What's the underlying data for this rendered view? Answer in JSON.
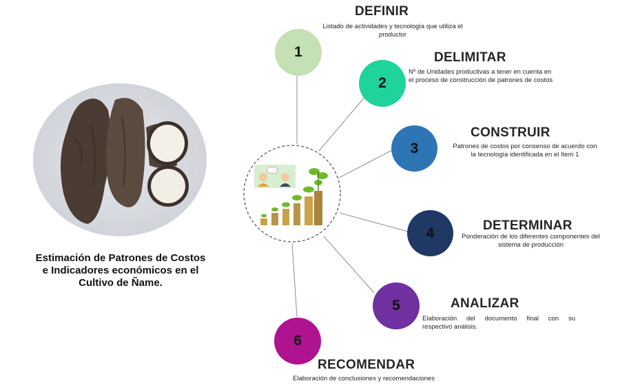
{
  "caption": {
    "line1": "Estimación de Patrones de Costos",
    "line2": "e Indicadores económicos en el",
    "line3": "Cultivo de Ñame."
  },
  "steps": [
    {
      "number": "1",
      "title": "DEFINIR",
      "desc": [
        "Listado de actividades y tecnología que utiliza el",
        "productor"
      ],
      "color": "#c5e0b4"
    },
    {
      "number": "2",
      "title": "DELIMITAR",
      "desc": [
        "Nº de Unidades productivas a tener en cuenta en",
        "el proceso de construcción de patrones de costos"
      ],
      "color": "#1fd39b"
    },
    {
      "number": "3",
      "title": "CONSTRUIR",
      "desc": [
        "Patrones de costos por consenso de acuerdo con",
        "la tecnología identificada en el Item 1"
      ],
      "color": "#2e75b6"
    },
    {
      "number": "4",
      "title": "DETERMINAR",
      "desc": [
        "Ponderación de los diferentes componentes del",
        "sistema de producción"
      ],
      "color": "#203864"
    },
    {
      "number": "5",
      "title": "ANALIZAR",
      "desc": [
        "Elaboración del documento final con su",
        "respectivo análisis."
      ],
      "color": "#7030a0"
    },
    {
      "number": "6",
      "title": "RECOMENDAR",
      "desc": [
        "Elaboración de conclusiones y recomendaciones"
      ],
      "color": "#b0138f"
    }
  ]
}
